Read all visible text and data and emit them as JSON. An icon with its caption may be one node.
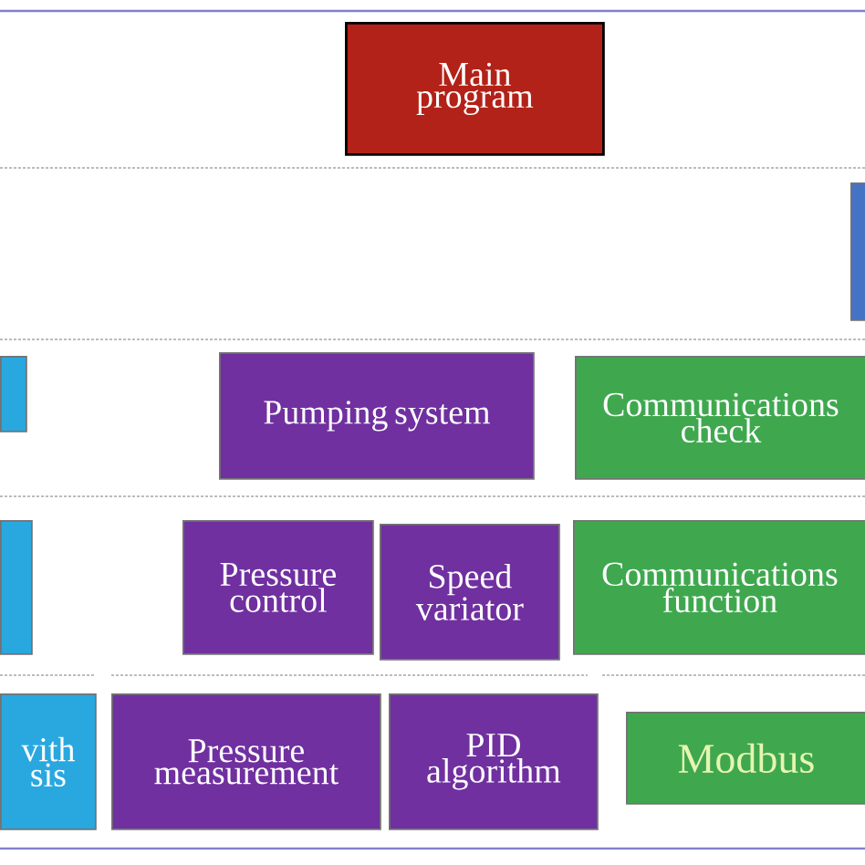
{
  "diagram": {
    "nodes": [
      {
        "text": [
          "Main program"
        ]
      },
      {
        "text": [],
        "shape": "box"
      },
      {
        "text": [],
        "shape": "box"
      },
      {
        "text": [
          "Pumping system"
        ]
      },
      {
        "text": [
          "Communications check"
        ]
      },
      {
        "text": [],
        "shape": "box"
      },
      {
        "text": [
          "Pressure control"
        ]
      },
      {
        "text": [
          "Speed variator"
        ]
      },
      {
        "text": [
          "Communications function"
        ]
      },
      {
        "text": [
          "vith sis"
        ]
      },
      {
        "text": [
          "Pressure measurement"
        ]
      },
      {
        "text": [
          "PID algorithm"
        ]
      },
      {
        "text": [
          "Modbus"
        ]
      }
    ]
  }
}
